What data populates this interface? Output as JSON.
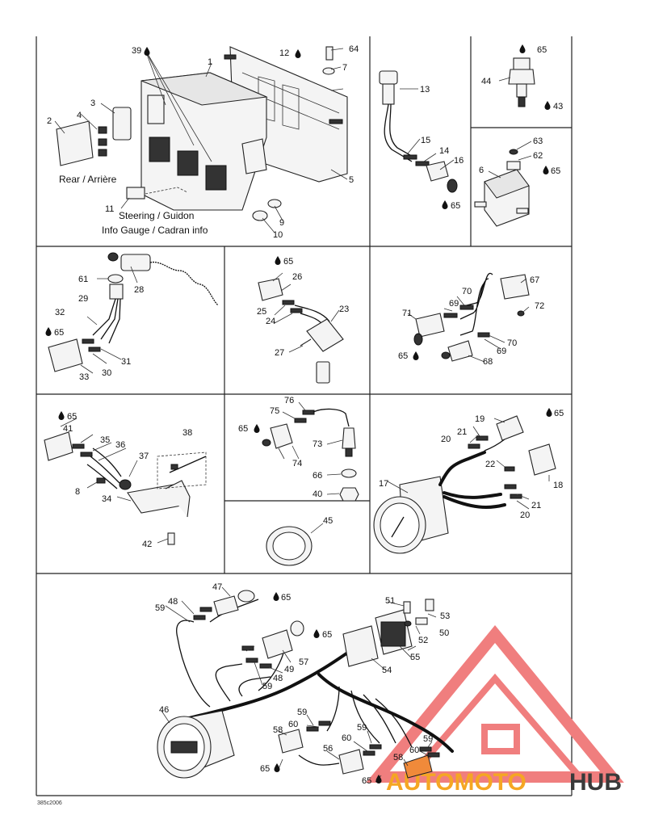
{
  "labels": {
    "rear": "Rear / Arrière",
    "steering": "Steering / Guidon",
    "info_gauge": "Info Gauge / Cadran info",
    "drawing_code": "385c2006"
  },
  "watermark": {
    "part1": "AUTOMOTO",
    "part2": "HUB",
    "color_primary": "#f07e7e",
    "color_secondary": "#f5a623",
    "color_dark": "#3a3a3a"
  },
  "callouts": {
    "p1": "1",
    "p2": "2",
    "p3": "3",
    "p4": "4",
    "p5": "5",
    "p6": "6",
    "p7": "7",
    "p8": "8",
    "p9": "9",
    "p10": "10",
    "p11": "11",
    "p12": "12",
    "p13": "13",
    "p14": "14",
    "p15": "15",
    "p16": "16",
    "p17": "17",
    "p18": "18",
    "p19": "19",
    "p20a": "20",
    "p20b": "20",
    "p21a": "21",
    "p21b": "21",
    "p22": "22",
    "p23": "23",
    "p24": "24",
    "p25": "25",
    "p26": "26",
    "p27": "27",
    "p28": "28",
    "p29": "29",
    "p30": "30",
    "p31": "31",
    "p32": "32",
    "p33": "33",
    "p34": "34",
    "p35": "35",
    "p36": "36",
    "p37": "37",
    "p38": "38",
    "p39": "39",
    "p40": "40",
    "p41": "41",
    "p42": "42",
    "p43": "43",
    "p44": "44",
    "p45": "45",
    "p46": "46",
    "p47": "47",
    "p48a": "48",
    "p48b": "48",
    "p49": "49",
    "p50": "50",
    "p51": "51",
    "p52": "52",
    "p53": "53",
    "p54": "54",
    "p55": "55",
    "p56": "56",
    "p57": "57",
    "p58a": "58",
    "p58b": "58",
    "p59a": "59",
    "p59b": "59",
    "p59c": "59",
    "p59d": "59",
    "p59e": "59",
    "p60a": "60",
    "p60b": "60",
    "p60c": "60",
    "p61": "61",
    "p62": "62",
    "p63": "63",
    "p64": "64",
    "p65a": "65",
    "p65b": "65",
    "p65c": "65",
    "p65d": "65",
    "p65e": "65",
    "p65f": "65",
    "p65g": "65",
    "p65h": "65",
    "p65i": "65",
    "p65j": "65",
    "p65k": "65",
    "p65l": "65",
    "p65m": "65",
    "p66": "66",
    "p67": "67",
    "p68": "68",
    "p69a": "69",
    "p69b": "69",
    "p70a": "70",
    "p70b": "70",
    "p71": "71",
    "p72": "72",
    "p73": "73",
    "p74": "74",
    "p75": "75",
    "p76": "76"
  }
}
